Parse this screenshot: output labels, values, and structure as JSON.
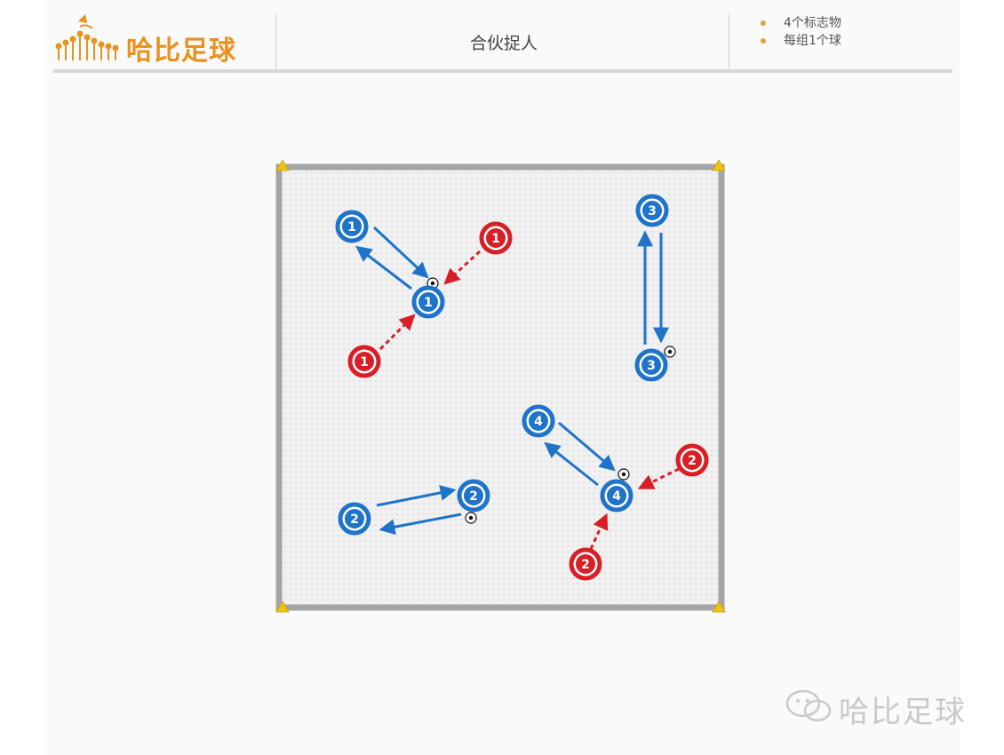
{
  "logo": {
    "text": "哈比足球"
  },
  "drill": {
    "title": "合伙捉人"
  },
  "equipment": [
    "4个标志物",
    "每组1个球"
  ],
  "watermark": {
    "text": "哈比足球"
  },
  "colors": {
    "blue": "#1f74c9",
    "red": "#d91f26",
    "brand_orange": "#e8931f",
    "cone": "#f1c40f",
    "border": "#a5a5a5"
  },
  "players": {
    "blue": [
      "1",
      "1",
      "2",
      "2",
      "3",
      "3",
      "4",
      "4"
    ],
    "red": [
      "1",
      "1",
      "2",
      "2"
    ]
  },
  "pitch": {
    "cones": 4,
    "balls": 4
  }
}
